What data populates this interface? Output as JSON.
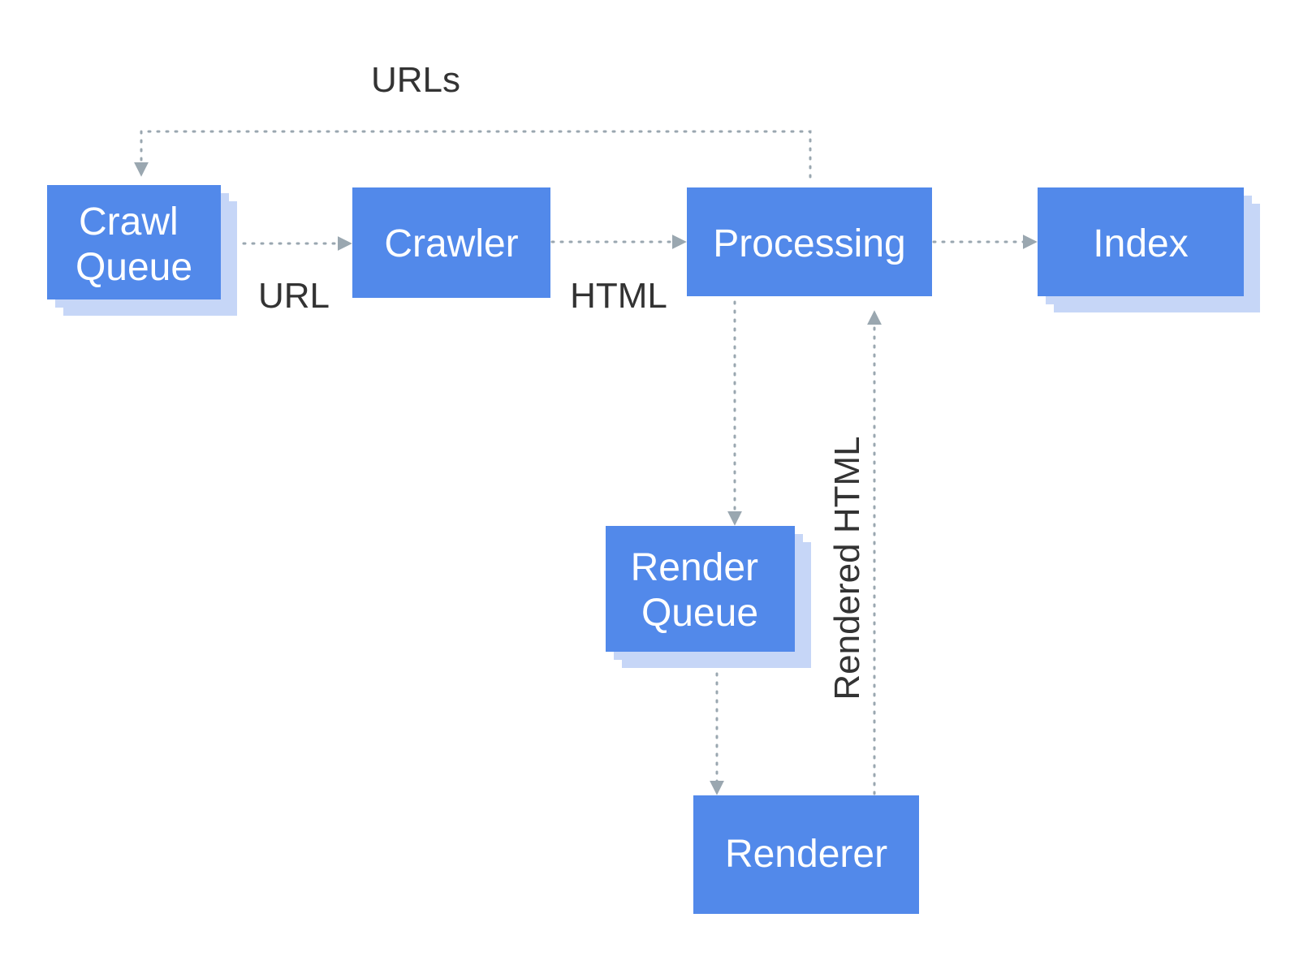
{
  "colors": {
    "box": "#5289EA",
    "box_shadow": "#C6D6F7",
    "text_on_box": "#FFFFFF",
    "arrow": "#9AA7B0",
    "label": "#333333",
    "background": "#FFFFFF"
  },
  "nodes": {
    "crawl_queue": [
      "Crawl",
      "Queue"
    ],
    "crawler": [
      "Crawler"
    ],
    "processing": [
      "Processing"
    ],
    "index": [
      "Index"
    ],
    "render_queue": [
      "Render",
      "Queue"
    ],
    "renderer": [
      "Renderer"
    ]
  },
  "edges": {
    "urls_feedback": "URLs",
    "url": "URL",
    "html": "HTML",
    "index_edge": "",
    "to_render_queue": "",
    "to_renderer": "",
    "rendered_html": "Rendered HTML"
  }
}
